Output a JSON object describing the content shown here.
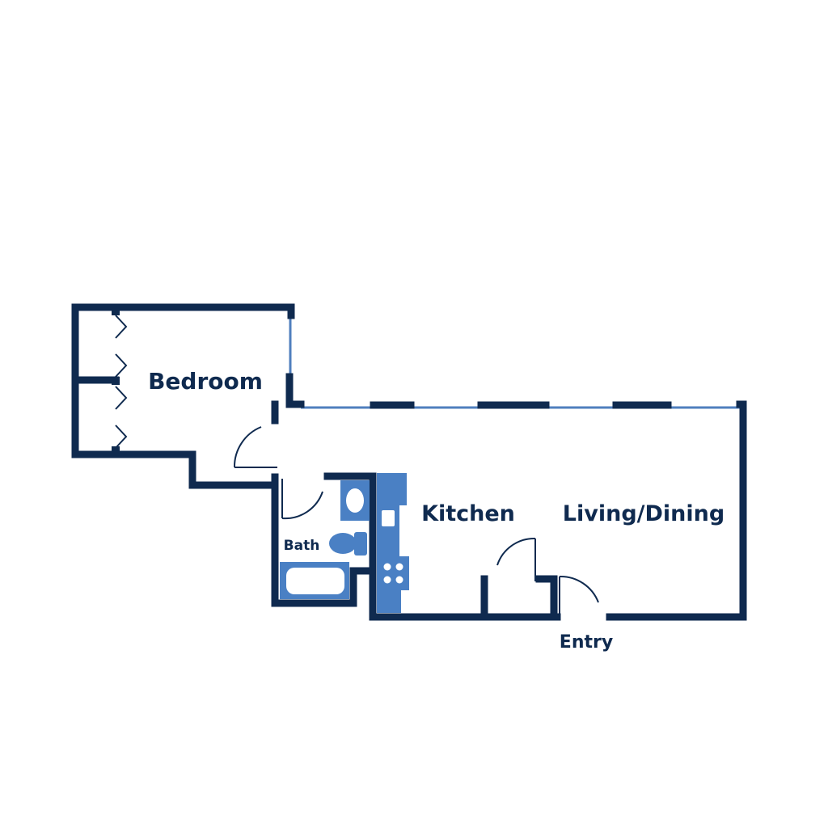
{
  "colors": {
    "wall": "#0f2a4f",
    "window": "#4f7fbe",
    "fixture": "#4a80c4",
    "background": "#ffffff"
  },
  "rooms": {
    "bedroom": "Bedroom",
    "kitchen": "Kitchen",
    "living_dining": "Living/Dining",
    "bath": "Bath",
    "entry": "Entry"
  }
}
